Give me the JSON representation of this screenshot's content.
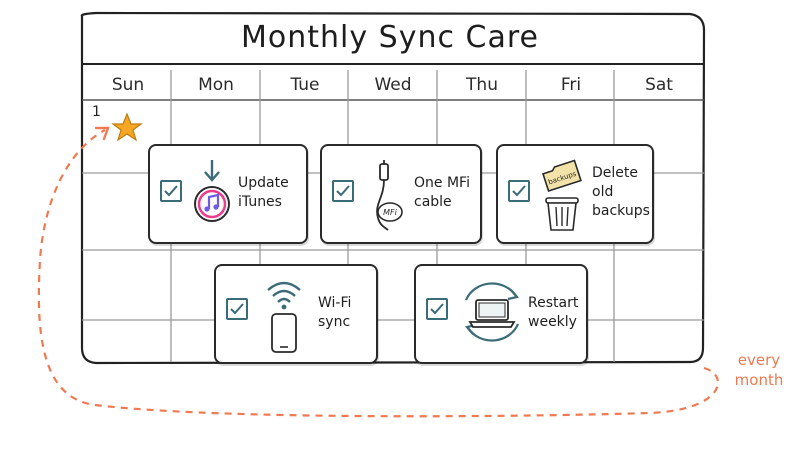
{
  "calendar": {
    "title": "Monthly Sync Care",
    "days": [
      "Sun",
      "Mon",
      "Tue",
      "Wed",
      "Thu",
      "Fri",
      "Sat"
    ],
    "first_date": "1"
  },
  "tasks": [
    {
      "label": "Update iTunes",
      "icon": "itunes-update-icon",
      "checked": true
    },
    {
      "label": "One MFi cable",
      "icon": "mfi-cable-icon",
      "checked": true,
      "icon_text": "MFi"
    },
    {
      "label": "Delete old backups",
      "icon": "trash-backups-icon",
      "checked": true,
      "icon_text": "backups"
    },
    {
      "label": "Wi-Fi sync",
      "icon": "wifi-phone-icon",
      "checked": true
    },
    {
      "label": "Restart weekly",
      "icon": "laptop-restart-icon",
      "checked": true
    }
  ],
  "annotation": {
    "note": "every month"
  },
  "colors": {
    "ink": "#2a2a2a",
    "accent": "#ef7a52",
    "check": "#3a6b78",
    "star": "#f5a623",
    "itunes_pink": "#e83e8c",
    "itunes_blue": "#6f5ce6"
  }
}
